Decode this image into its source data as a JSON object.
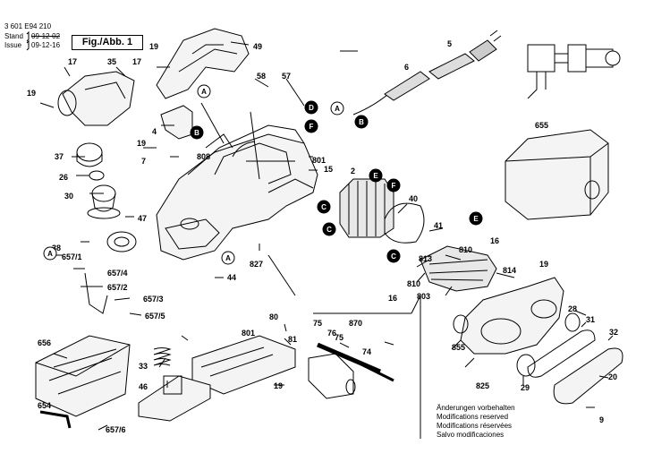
{
  "header": {
    "doc_number": "3 601 E94 210",
    "stand_label": "Stand",
    "stand_date": "09-12-02",
    "issue_label": "Issue",
    "issue_date": "09-12-16",
    "figure": "Fig./Abb. 1"
  },
  "notice": [
    "Änderungen vorbehalten",
    "Modifications reserved",
    "Modifications réservées",
    "Salvo modificaciones"
  ],
  "part_labels": [
    "2",
    "4",
    "5",
    "6",
    "7",
    "9",
    "15",
    "16",
    "16",
    "17",
    "17",
    "19",
    "19",
    "19",
    "19",
    "19",
    "20",
    "26",
    "28",
    "29",
    "30",
    "31",
    "32",
    "33",
    "35",
    "37",
    "38",
    "40",
    "41",
    "44",
    "46",
    "47",
    "49",
    "57",
    "58",
    "74",
    "75",
    "75",
    "76",
    "80",
    "81",
    "654",
    "655",
    "656",
    "657/1",
    "657/2",
    "657/3",
    "657/4",
    "657/5",
    "657/6",
    "801",
    "801",
    "803",
    "808",
    "810",
    "810",
    "813",
    "814",
    "825",
    "827",
    "855",
    "870"
  ],
  "connector_tags": [
    "A",
    "B",
    "C",
    "D",
    "E",
    "F"
  ]
}
